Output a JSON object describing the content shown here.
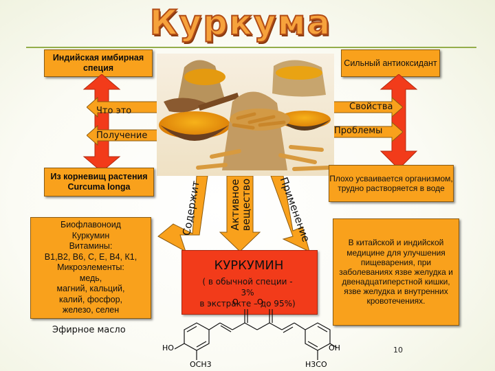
{
  "title": "Куркума",
  "top_left_box": "Индийская имбирная специя",
  "top_right_box": "Сильный антиоксидант",
  "left_arrow_top_label": "Что это",
  "right_arrow_top_label": "Свойства",
  "left_arrow_bottom_label": "Получение",
  "right_arrow_bottom_label": "Проблемы",
  "source_box": "Из корневищ растения Curcuma longa",
  "contents_box": {
    "lines": [
      "Биофлавоноид",
      "Куркумин",
      "Витамины:",
      "В1,В2, В6, С, Е, В4, К1,",
      "Микроэлементы:",
      "медь,",
      "магний, кальций,",
      "калий, фосфор,",
      "железо, селен",
      "Эфирное масло"
    ]
  },
  "problems_box": "Плохо усваивается организмом, трудно растворяется в воде",
  "application_box": "В китайской и индийской медицине для улучшения пищеварения, при заболеваниях язве желудка и двенадцатиперстной кишки, язве желудка и внутренних кровотечениях.",
  "arrow_contains": "Содержит",
  "arrow_active": "Активное вещество",
  "arrow_application": "Применение",
  "center": {
    "title": "КУРКУМИН",
    "line1": "( в обычной специи -",
    "line2": "3%",
    "line3": "в экстракте – до 95%)"
  },
  "formula": {
    "ho_left": "HO",
    "och3": "OCH3",
    "oh_right": "OH",
    "h3co": "H3CO",
    "o1": "O",
    "o2": "O"
  },
  "slide_number": "10",
  "colors": {
    "box": "#f9a11c",
    "arrow": "#f23b1a",
    "title_fill": "#f6a23c",
    "title_stroke": "#b14c16",
    "rule": "#93ad4a"
  }
}
